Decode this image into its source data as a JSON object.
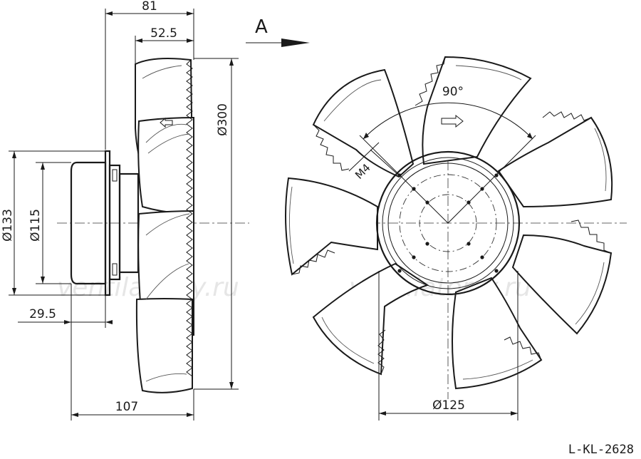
{
  "dimensions": {
    "depth_total": "81",
    "depth_blade": "52.5",
    "diameter_fan": "Ø300",
    "diameter_flange": "Ø133",
    "diameter_motor": "Ø115",
    "offset_flange": "29.5",
    "length_overall": "107",
    "bolt_circle": "Ø125",
    "angle": "90°",
    "thread": "M4"
  },
  "view": {
    "label": "A",
    "arrow_icon": "arrow-right-icon"
  },
  "watermark": {
    "left": "ventilatorry.ru",
    "right": "ventilatorry.ru"
  },
  "drawing_code": "L-KL-2628"
}
